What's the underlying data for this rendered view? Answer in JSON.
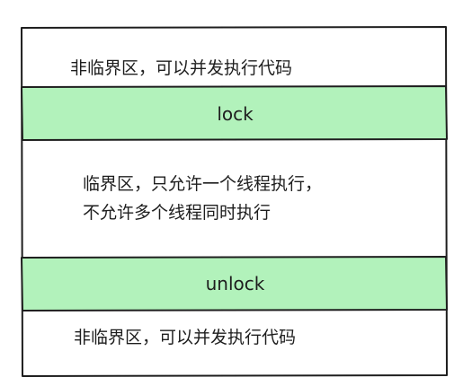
{
  "diagram": {
    "colors": {
      "stroke": "#1e1e1e",
      "band_fill": "#b2f2bb",
      "region_fill": "#ffffff"
    },
    "top_region": {
      "text": "非临界区，可以并发执行代码"
    },
    "lock_band": {
      "label": "lock"
    },
    "critical_region": {
      "line1": "临界区，只允许一个线程执行，",
      "line2": "不允许多个线程同时执行"
    },
    "unlock_band": {
      "label": "unlock"
    },
    "bottom_region": {
      "text": "非临界区，可以并发执行代码"
    }
  }
}
